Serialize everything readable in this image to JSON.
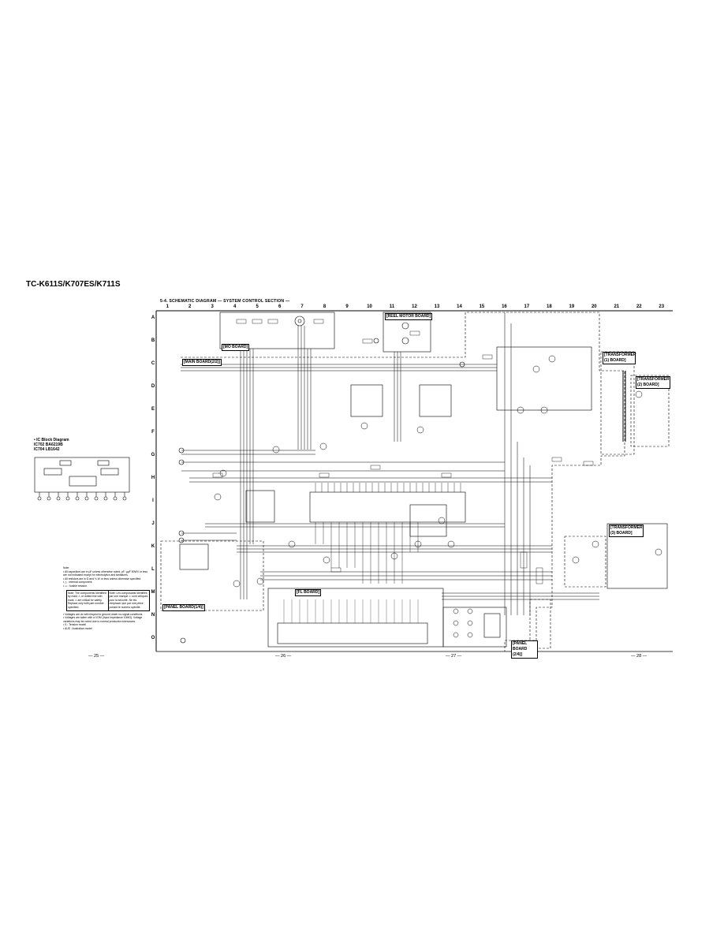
{
  "header": {
    "model": "TC-K611S/K707ES/K711S",
    "title": "5-4.  SCHEMATIC DIAGRAM — SYSTEM CONTROL SECTION —"
  },
  "grid": {
    "columns": [
      "1",
      "2",
      "3",
      "4",
      "5",
      "6",
      "7",
      "8",
      "9",
      "10",
      "11",
      "12",
      "13",
      "14",
      "15",
      "16",
      "17",
      "18",
      "19",
      "20",
      "21",
      "22",
      "23"
    ],
    "rows": [
      "A",
      "B",
      "C",
      "D",
      "E",
      "F",
      "G",
      "H",
      "I",
      "J",
      "K",
      "L",
      "M",
      "N",
      "O"
    ]
  },
  "boards": {
    "mo_board": "[MO BOARD]",
    "reel_motor_board": "[REEL MOTOR BOARD]",
    "main_board": "[MAIN BOARD(2/2)]",
    "transformer_1": "[TRANSFORMER (1) BOARD]",
    "transformer_2": "[TRANSFORMER (2) BOARD]",
    "transformer_3": "[TRANSFORMER (3) BOARD]",
    "panel_board_1": "[PANEL BOARD(1/4)]",
    "fl_board": "[FL BOARD]",
    "panel_board_2": "[PANEL BOARD (2/4)]"
  },
  "block_diagram": {
    "heading": "• IC Block Diagram",
    "ic1": "IC702  BA6219B",
    "ic2": "IC704  LB1642"
  },
  "notes": {
    "title": "Note:",
    "items": [
      "• All capacitors are in µF unless otherwise noted.  pF: µµF 50WV or less are not indicated except for electrolytics and tantalums.",
      "• All resistors are in Ω and ¼ W or less unless otherwise specified.",
      "• △ : internal component.",
      "• ▭ : fusible resistor."
    ],
    "box_left": "Note: The components identified by mark ⚠ or dotted line with mark ⚠ are critical for safety. Replace only with part number specified.",
    "box_right": "Note: Les composants identifiés par une marque ⚠ sont critiques pour la sécurité. Ne les remplacer que par une pièce portant le numéro spécifié.",
    "items2": [
      "• Voltages are dc with respect to ground under no-signal conditions.",
      "• Voltages are taken with a VOM (Input impedance 10MΩ). Voltage variations may be noted due to normal production tolerances.",
      "• S : Tension model",
      "• AUS : Australian model"
    ]
  },
  "footer": {
    "pages": [
      "— 25 —",
      "— 26 —",
      "— 27 —",
      "— 28 —"
    ]
  },
  "colors": {
    "ink": "#000000",
    "paper": "#ffffff"
  }
}
